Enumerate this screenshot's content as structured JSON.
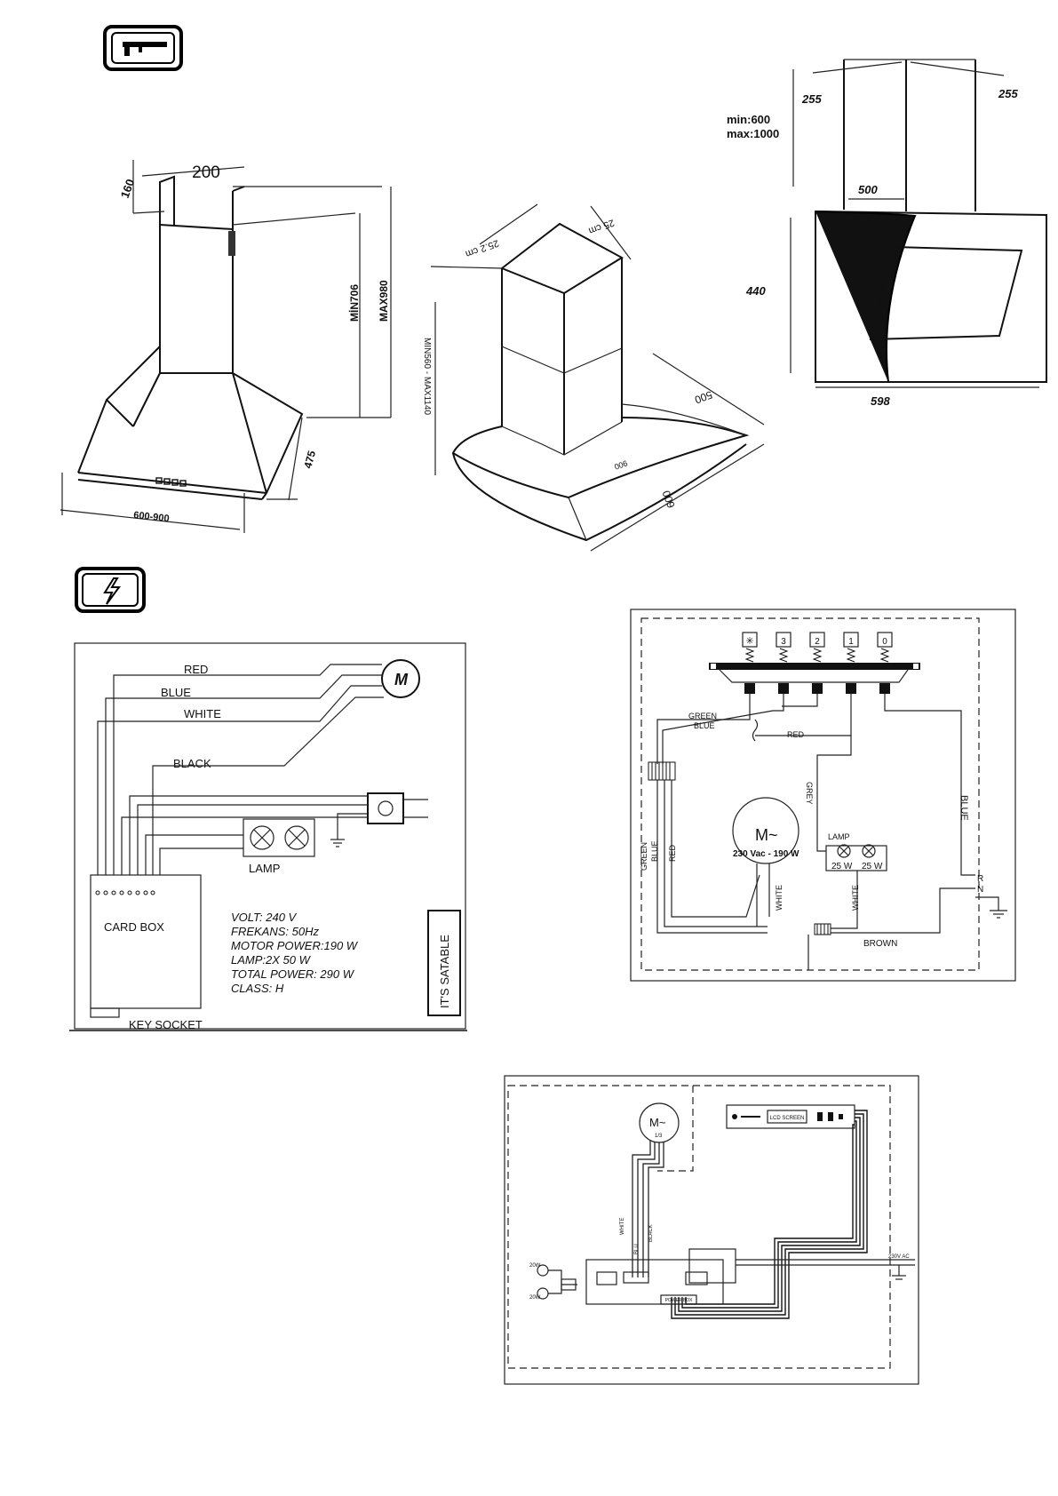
{
  "icons": {
    "dimensions": "caliper-icon",
    "electrical": "lightning-icon"
  },
  "chimney_hood": {
    "top_width": "200",
    "top_depth": "160",
    "min_height": "MİN706",
    "max_height": "MAX980",
    "depth": "475",
    "width": "600-900"
  },
  "island_hood": {
    "top_a": "25.2 cm",
    "top_b": "25 cm",
    "height_label": "MIN560 - MAX1140",
    "depth": "500",
    "width": "600",
    "glass": "900"
  },
  "angled_hood": {
    "chimney_left": "255",
    "chimney_right": "255",
    "height_min": "min:600",
    "height_max": "max:1000",
    "chimney_width": "500",
    "body_height": "440",
    "body_width": "598"
  },
  "wiring1": {
    "red": "RED",
    "blue": "BLUE",
    "white": "WHITE",
    "black": "BLACK",
    "motor": "M",
    "lamp": "LAMP",
    "card_box": "CARD BOX",
    "key_socket": "KEY SOCKET",
    "satable": "IT'S SATABLE",
    "specs": {
      "volt": "VOLT: 240 V",
      "freq": "FREKANS: 50Hz",
      "motor_power": "MOTOR POWER:190 W",
      "lamp": "LAMP:2X 50 W",
      "total": "TOTAL POWER: 290 W",
      "class": "CLASS: H"
    }
  },
  "wiring2": {
    "buttons": [
      "✳",
      "3",
      "2",
      "1",
      "0"
    ],
    "green": "GREEN",
    "blue": "BLUE",
    "red": "RED",
    "grey": "GREY",
    "blue_right": "BLUE",
    "motor": "M~",
    "motor_spec": "230 Vac - 190 W",
    "lamp": "LAMP",
    "lamp_w1": "25 W",
    "lamp_w2": "25 W",
    "green_v": "GREEN",
    "blue_v": "BLUE",
    "red_v": "RED",
    "white1": "WHITE",
    "white2": "WHITE",
    "brown": "BROWN",
    "r": "R",
    "n": "N"
  },
  "wiring3": {
    "motor": "M~",
    "motor_spec": "1/3",
    "lcd": "LCD SCREEN",
    "white": "WHITE",
    "blue": "BLU",
    "black": "BLACK",
    "lamp1": "20W",
    "lamp2": "20W",
    "power": "POWER BOX",
    "main": "230V AC"
  }
}
